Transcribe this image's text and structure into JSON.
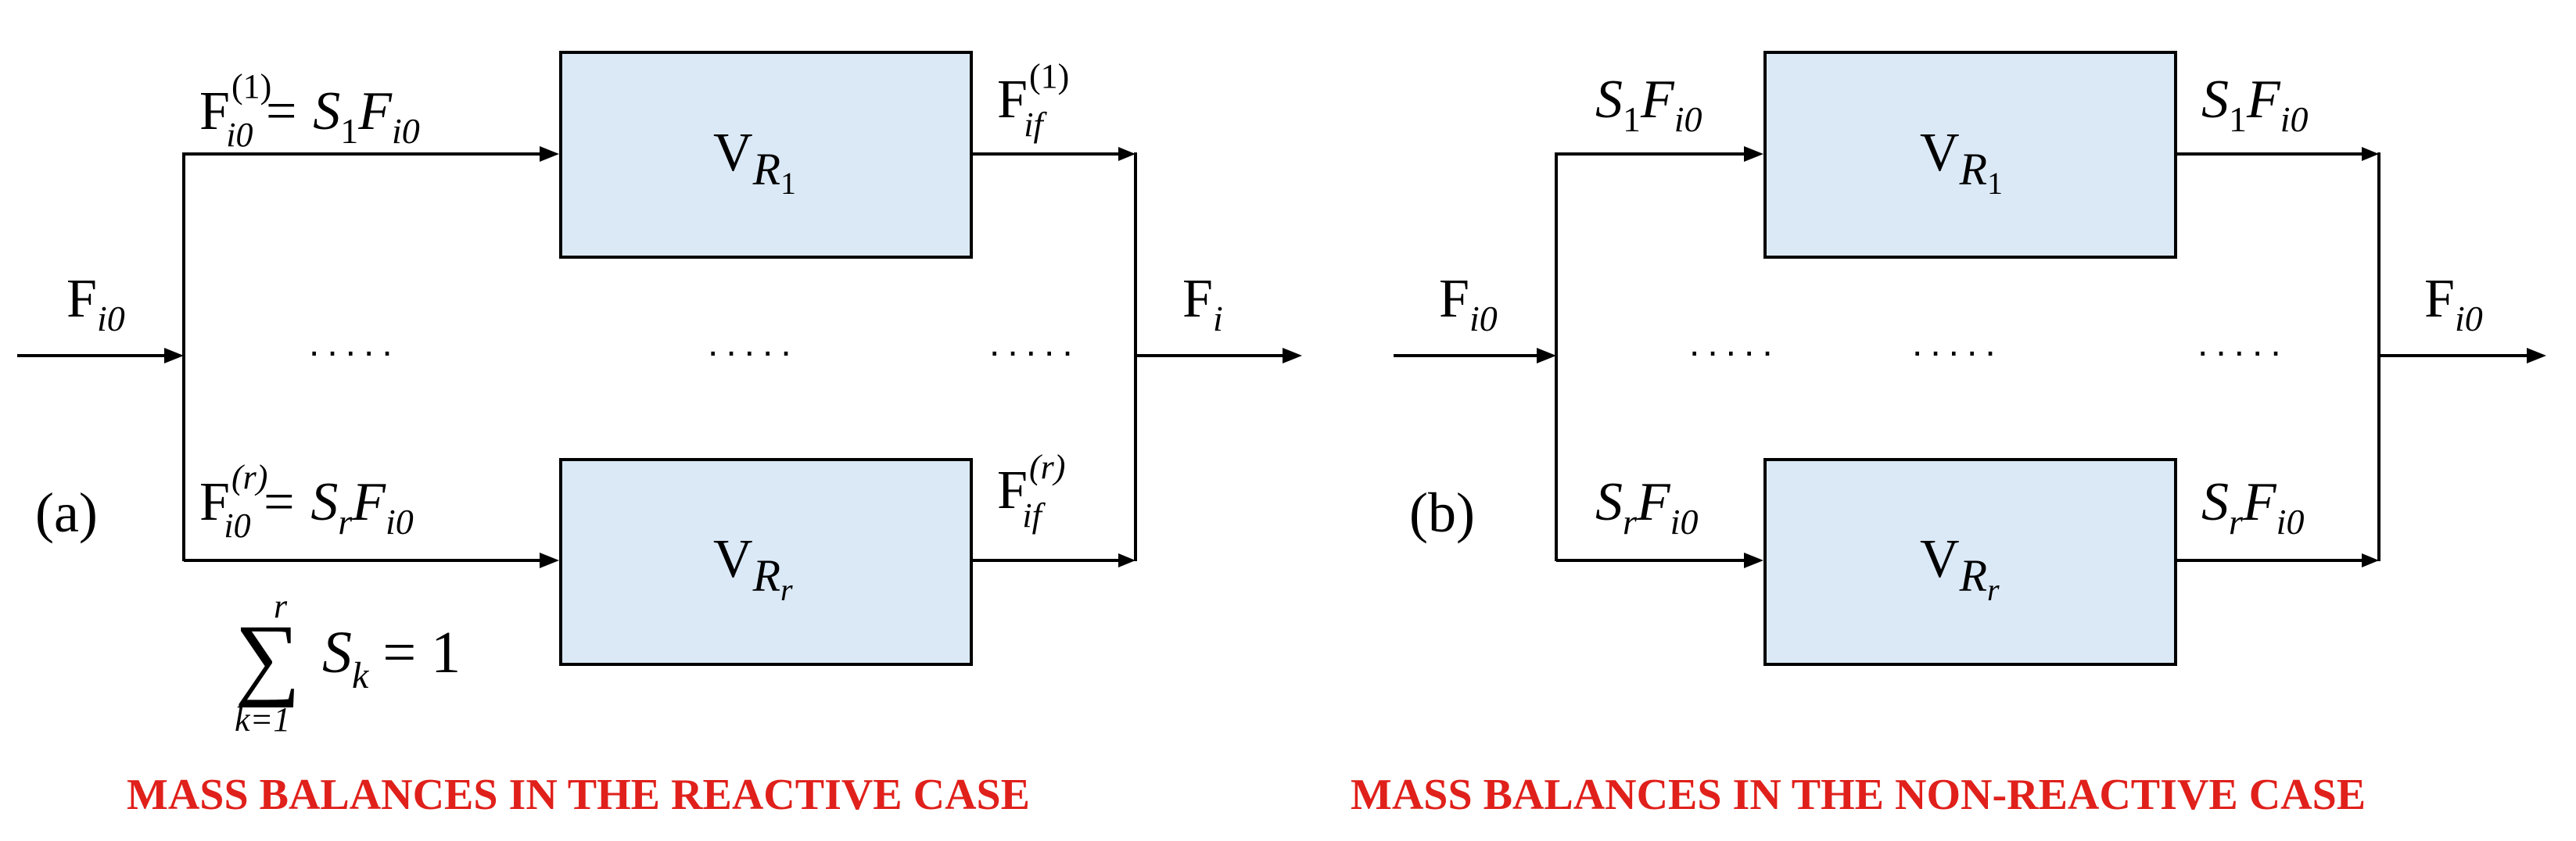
{
  "panel_a": {
    "label": "(a)",
    "input": "F",
    "input_sub": "i0",
    "top_in_F": "F",
    "top_in_sup": "(1)",
    "top_in_sub": "i0",
    "top_in_eq": "= S",
    "top_in_S_sub": "1",
    "top_in_F2": "F",
    "top_in_F2_sub": "i0",
    "top_out": "F",
    "top_out_sup": "(1)",
    "top_out_sub": "if",
    "bot_in_F": "F",
    "bot_in_sup": "(r)",
    "bot_in_sub": "i0",
    "bot_in_eq": "= S",
    "bot_in_S_sub": "r",
    "bot_in_F2": "F",
    "bot_in_F2_sub": "i0",
    "bot_out": "F",
    "bot_out_sup": "(r)",
    "bot_out_sub": "if",
    "output": "F",
    "output_sub": "i",
    "reactor_top": "V",
    "reactor_top_sub": "R",
    "reactor_top_subsub": "1",
    "reactor_bot": "V",
    "reactor_bot_sub": "R",
    "reactor_bot_subsub": "r",
    "sum_symbol": "∑",
    "sum_upper": "r",
    "sum_lower": "k=1",
    "sum_term": "S",
    "sum_term_sub": "k",
    "sum_rhs": "= 1",
    "dots": ".....",
    "caption": "MASS BALANCES IN THE REACTIVE CASE"
  },
  "panel_b": {
    "label": "(b)",
    "input": "F",
    "input_sub": "i0",
    "top_in_S": "S",
    "top_in_S_sub": "1",
    "top_in_F": "F",
    "top_in_F_sub": "i0",
    "top_out_S": "S",
    "top_out_S_sub": "1",
    "top_out_F": "F",
    "top_out_F_sub": "i0",
    "bot_in_S": "S",
    "bot_in_S_sub": "r",
    "bot_in_F": "F",
    "bot_in_F_sub": "i0",
    "bot_out_S": "S",
    "bot_out_S_sub": "r",
    "bot_out_F": "F",
    "bot_out_F_sub": "i0",
    "output": "F",
    "output_sub": "i0",
    "reactor_top": "V",
    "reactor_top_sub": "R",
    "reactor_top_subsub": "1",
    "reactor_bot": "V",
    "reactor_bot_sub": "R",
    "reactor_bot_subsub": "r",
    "dots": ".....",
    "caption": "MASS BALANCES IN THE NON-REACTIVE CASE"
  },
  "colors": {
    "box_fill": "#dbe9f6",
    "caption": "#e0201b"
  }
}
